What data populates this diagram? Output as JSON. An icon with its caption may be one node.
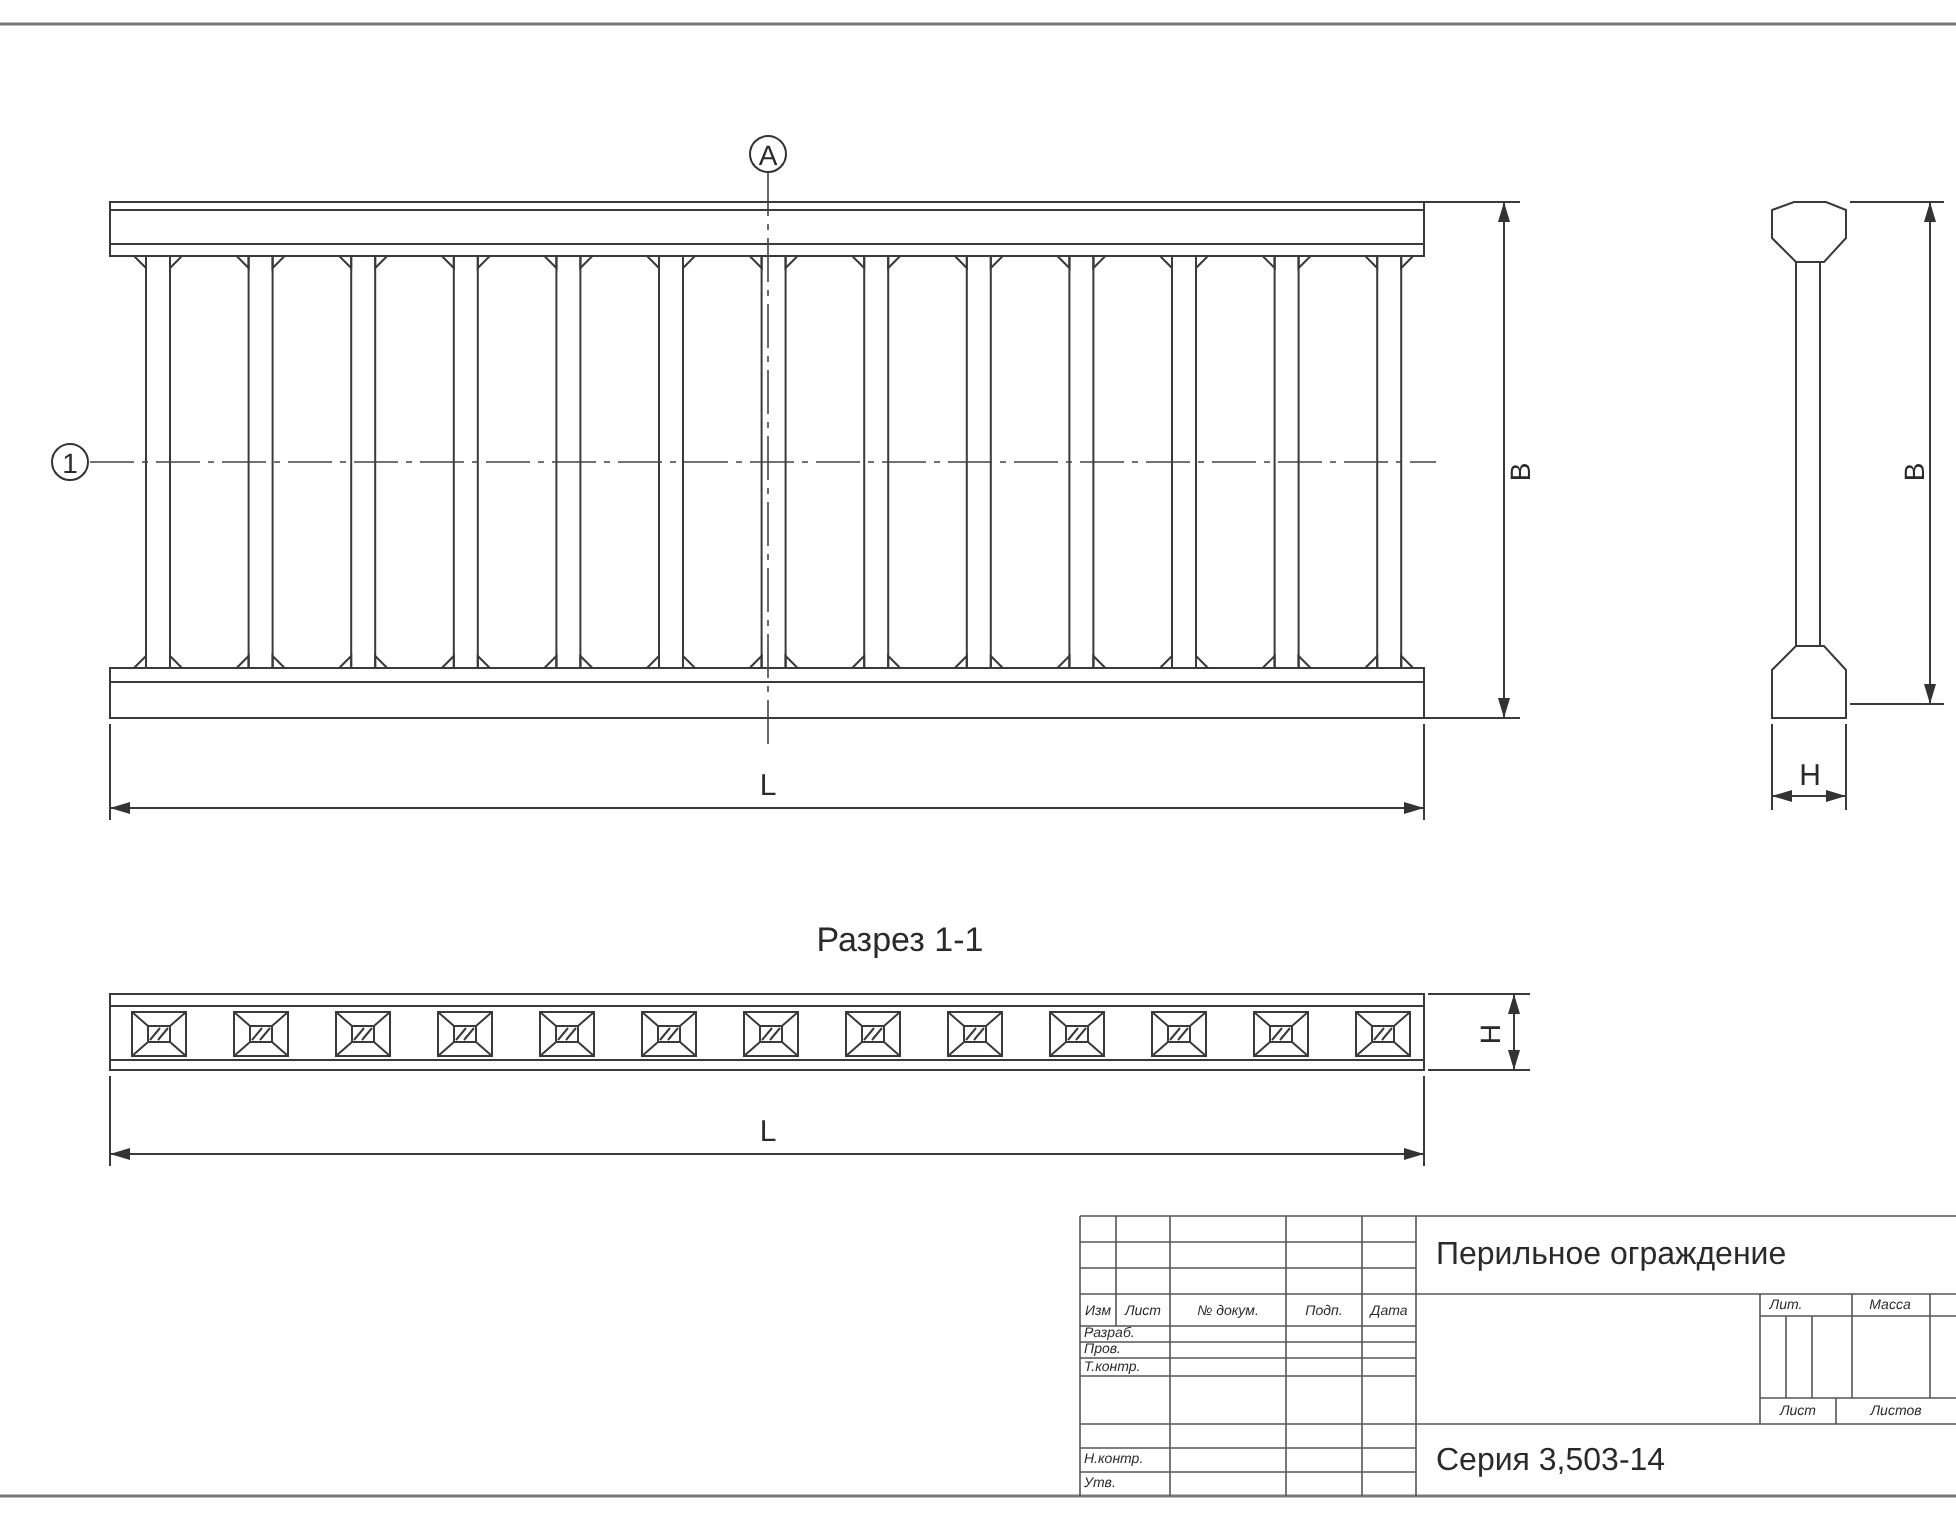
{
  "diagram": {
    "labels": [
      "A",
      "1",
      "B",
      "B",
      "H",
      "L",
      "Разрез 1-1",
      "H",
      "L",
      "Перильное ограждение",
      "Лит.",
      "Масса",
      "Изм",
      "Лист",
      "№ докум.",
      "Подп.",
      "Дата",
      "Разраб.",
      "Пров.",
      "Т.контр.",
      "Лист",
      "Листов",
      "Н.контр.",
      "Серия 3,503-14",
      "Утв."
    ]
  }
}
